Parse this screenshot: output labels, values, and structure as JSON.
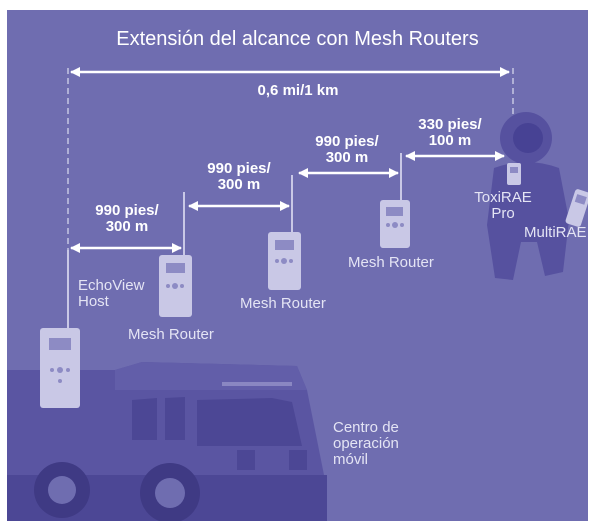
{
  "diagram": {
    "title": "Extensión del alcance con Mesh Routers",
    "overall_distance": "0,6 mi/1 km",
    "hops": [
      {
        "line1": "990 pies/",
        "line2": "300 m"
      },
      {
        "line1": "990 pies/",
        "line2": "300 m"
      },
      {
        "line1": "990 pies/",
        "line2": "300 m"
      },
      {
        "line1": "330 pies/",
        "line2": "100 m"
      }
    ],
    "devices": {
      "host": {
        "line1": "EchoView",
        "line2": "Host"
      },
      "router1": "Mesh Router",
      "router2": "Mesh Router",
      "router3": "Mesh Router",
      "toxirae": {
        "line1": "ToxiRAE",
        "line2": "Pro"
      },
      "multirae": "MultiRAE"
    },
    "command_center": {
      "line1": "Centro de",
      "line2": "operación",
      "line3": "móvil"
    },
    "colors": {
      "background": "#6f6db0",
      "truck": "#5a55a2",
      "truck_dark": "#4c4795",
      "device_body": "#c9c8e6",
      "worker": "#56519f",
      "text": "#ffffff"
    }
  }
}
